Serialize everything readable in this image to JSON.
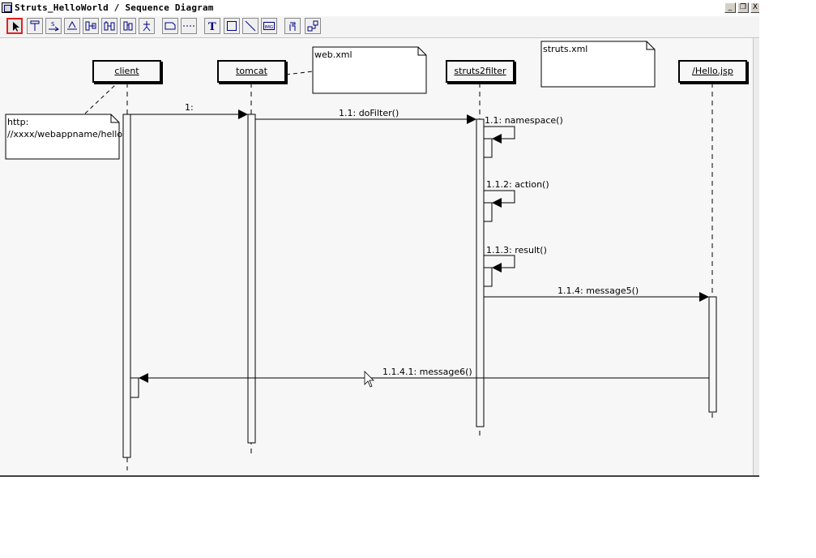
{
  "window": {
    "title": "Struts_HelloWorld / Sequence Diagram",
    "controls": [
      "_",
      "❐",
      "X"
    ]
  },
  "toolbar": {
    "tools": [
      {
        "name": "select",
        "selected": true
      },
      {
        "name": "object-lifeline"
      },
      {
        "name": "message"
      },
      {
        "name": "return-message"
      },
      {
        "name": "create-message"
      },
      {
        "name": "destroy-message"
      },
      {
        "name": "activation"
      },
      {
        "name": "actor"
      },
      {
        "name": "note"
      },
      {
        "name": "note-link"
      },
      {
        "name": "text"
      },
      {
        "name": "rectangle"
      },
      {
        "name": "line"
      },
      {
        "name": "image"
      },
      {
        "name": "hand"
      },
      {
        "name": "layout"
      }
    ],
    "text_tool_glyph": "T",
    "image_tool_glyph": "IMG"
  },
  "objects": {
    "client": "client",
    "tomcat": "tomcat",
    "struts2filter": "struts2filter",
    "hello_jsp": "/Hello.jsp"
  },
  "notes": {
    "web_xml": "web.xml",
    "struts_xml": "struts.xml",
    "url": "http:\n//xxxx/webappname/hello"
  },
  "messages": {
    "m1": "1:",
    "m1_1": "1.1: doFilter()",
    "m1_1_1": "1.1: namespace()",
    "m1_1_2": "1.1.2: action()",
    "m1_1_3": "1.1.3: result()",
    "m1_1_4": "1.1.4: message5()",
    "m1_1_4_1": "1.1.4.1: message6()"
  },
  "colors": {
    "canvas": "#f7f7f7",
    "selected_tool_border": "#e02020",
    "line": "#000000"
  }
}
